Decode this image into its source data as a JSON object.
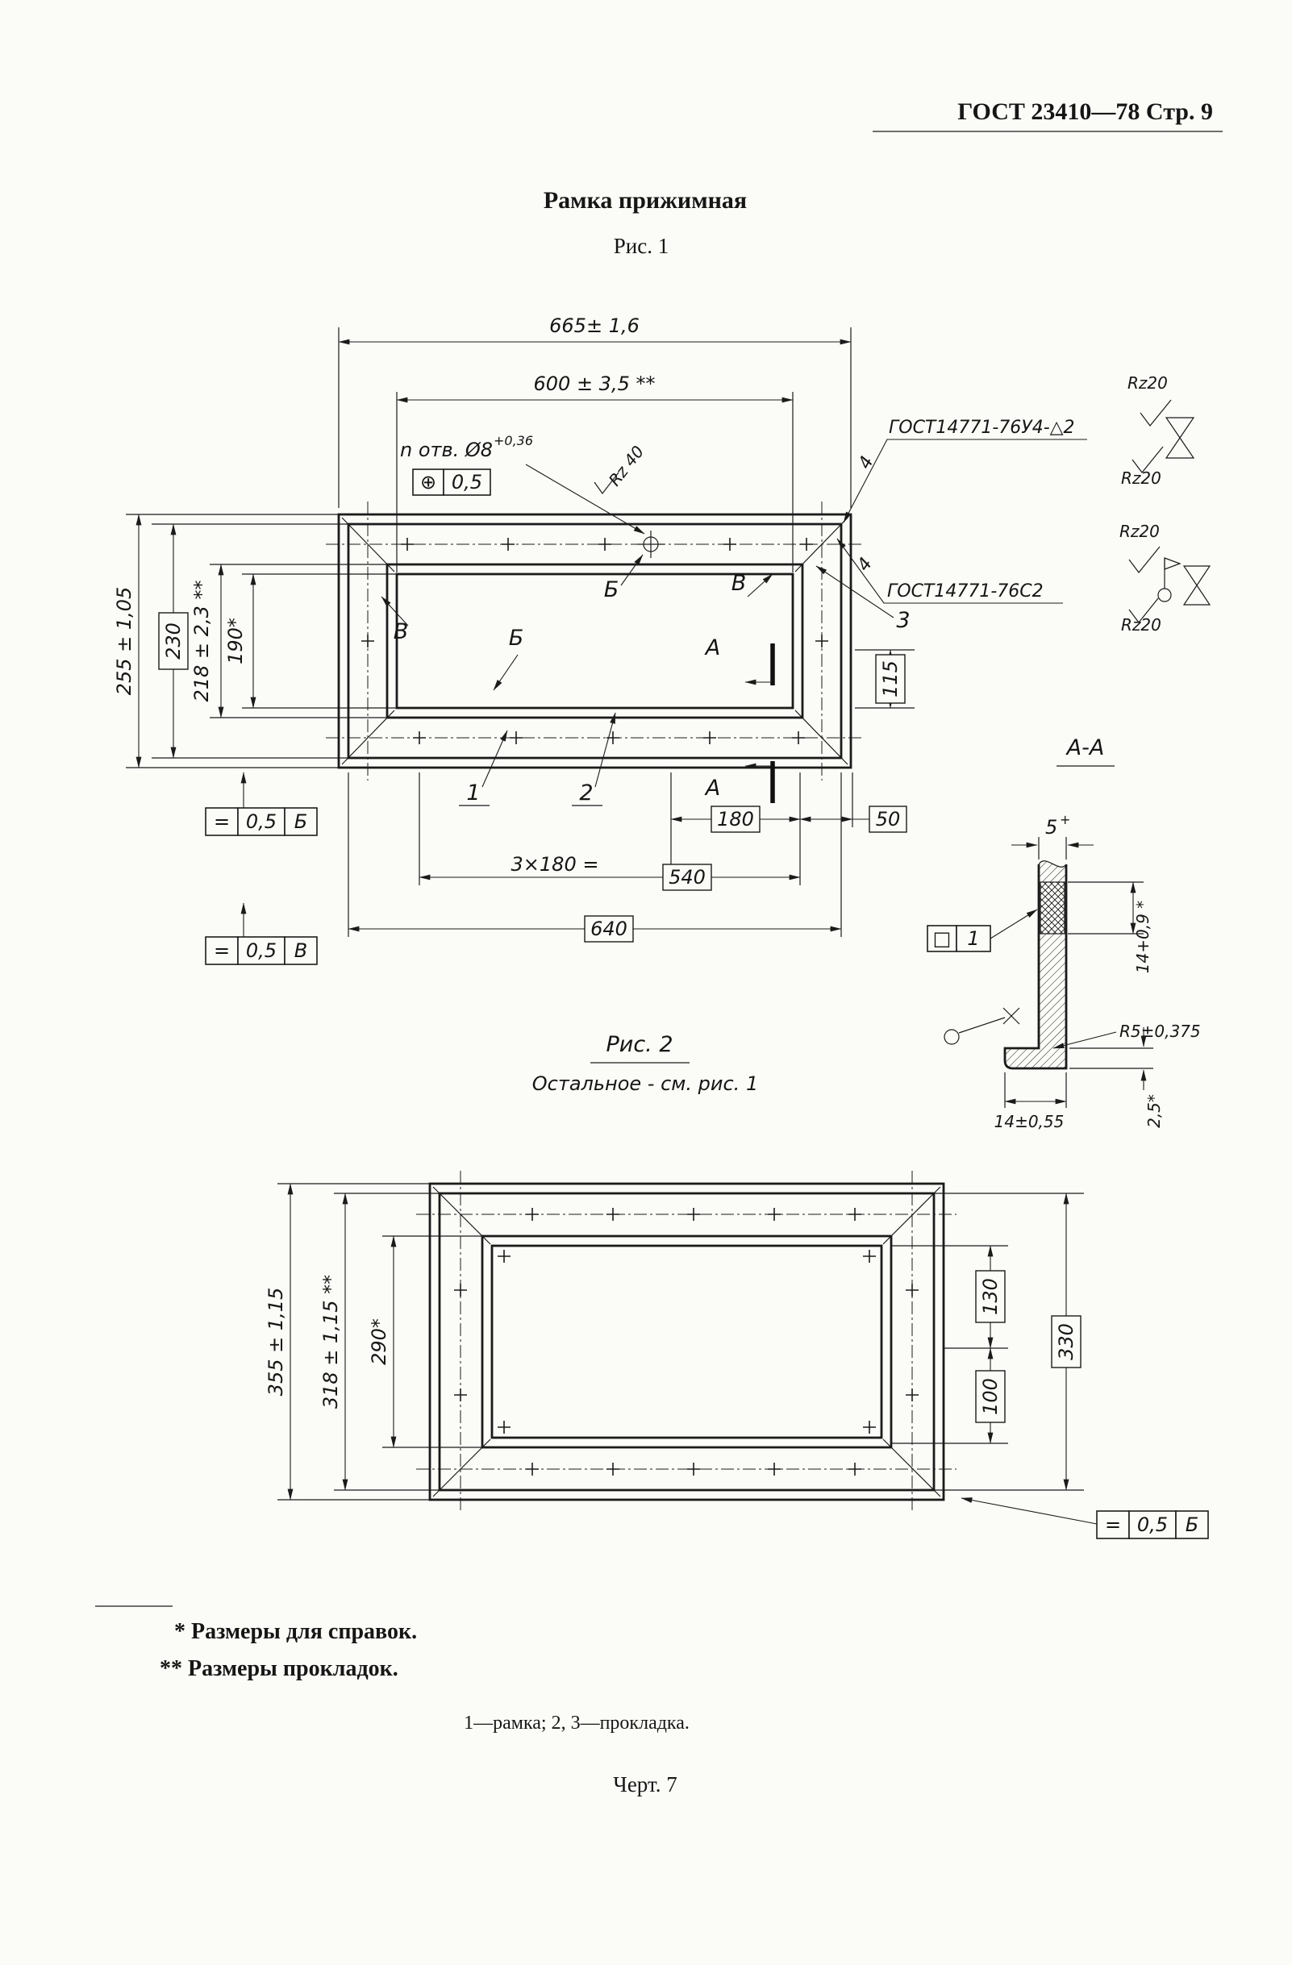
{
  "page": {
    "header": "ГОСТ 23410—78 Стр. 9",
    "title": "Рамка прижимная",
    "footnote1": "* Размеры для справок.",
    "footnote2": "** Размеры прокладок.",
    "parts_caption": "1—рамка; 2, 3—прокладка.",
    "sheet_caption": "Черт. 7"
  },
  "fig1": {
    "caption": "Рис. 1",
    "dim_665": "665± 1,6",
    "dim_600": "600 ± 3,5 **",
    "dim_255": "255 ± 1,05",
    "dim_230": "230",
    "dim_218": "218 ± 2,3 **",
    "dim_190": "190*",
    "dim_115": "115",
    "dim_180": "180",
    "dim_50": "50",
    "dim_3x180": "3×180 =",
    "dim_540": "540",
    "dim_640": "640",
    "hole_note": "n отв. Ø8",
    "hole_tol": "+0,36",
    "rz40": "Rz 40",
    "rz20": "Rz20",
    "weld_top_spec": "ГОСТ14771-76У4-△2",
    "weld_side_spec": "ГОСТ14771-76С2",
    "weld_size": "4",
    "label_1": "1",
    "label_2": "2",
    "label_3": "3",
    "label_A": "А",
    "label_B_view": "В",
    "label_G_view": "Б",
    "fcf_pos_sym": "⊕",
    "fcf_pos_val": "0,5",
    "fcf_par_sym": "=",
    "fcf_par_val": "0,5",
    "fcf_datum_b": "Б",
    "fcf_datum_v": "В"
  },
  "section": {
    "title": "А-А",
    "dim_5": "5",
    "dim_5_sup": "+",
    "fcf_flat_sym": "□",
    "fcf_flat_val": "1",
    "dim_14_gasket": "14+0,9 *",
    "r5": "R5±0,375",
    "dim_14_foot": "14±0,55",
    "dim_25": "2,5*"
  },
  "fig2": {
    "caption": "Рис. 2",
    "note": "Остальное - см. рис. 1",
    "dim_355": "355 ± 1,15",
    "dim_318": "318 ± 1,15 **",
    "dim_290": "290*",
    "dim_130": "130",
    "dim_330": "330",
    "dim_100": "100",
    "fcf_par_sym": "=",
    "fcf_par_val": "0,5",
    "fcf_datum": "Б"
  }
}
